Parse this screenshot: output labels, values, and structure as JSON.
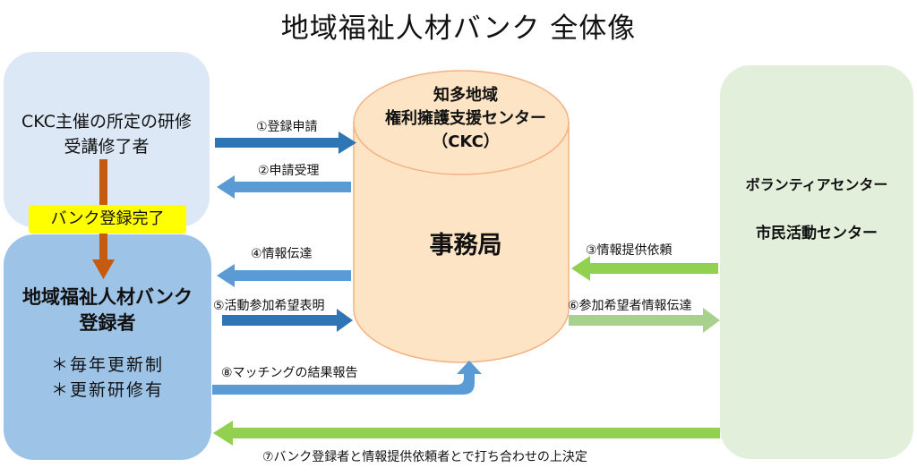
{
  "title": "地域福祉人材バンク 全体像",
  "nodes": {
    "trainees": {
      "lines": [
        "CKC主催の所定の研修",
        "受講修了者"
      ]
    },
    "badge": "バンク登録完了",
    "registrants": {
      "title_lines": [
        "地域福祉人材バンク",
        "登録者"
      ],
      "notes": [
        "＊毎年更新制",
        "＊更新研修有"
      ]
    },
    "ckc": {
      "title_lines": [
        "知多地域",
        "権利擁護支援センター",
        "（CKC）"
      ],
      "office": "事務局"
    },
    "volunteer": {
      "lines": [
        "ボランティアセンター",
        "市民活動センター"
      ]
    }
  },
  "flows": [
    {
      "step": 1,
      "label": "①登録申請",
      "from": "trainees",
      "to": "ckc"
    },
    {
      "step": 2,
      "label": "②申請受理",
      "from": "ckc",
      "to": "trainees"
    },
    {
      "step": 3,
      "label": "③情報提供依頼",
      "from": "volunteer",
      "to": "ckc"
    },
    {
      "step": 4,
      "label": "④情報伝達",
      "from": "ckc",
      "to": "registrants"
    },
    {
      "step": 5,
      "label": "⑤活動参加希望表明",
      "from": "registrants",
      "to": "ckc"
    },
    {
      "step": 6,
      "label": "⑥参加希望者情報伝達",
      "from": "ckc",
      "to": "volunteer"
    },
    {
      "step": 7,
      "label": "⑦バンク登録者と情報提供依頼者とで打ち合わせの上決定",
      "from": "volunteer",
      "to": "registrants"
    },
    {
      "step": 8,
      "label": "⑧マッチングの結果報告",
      "from": "registrants",
      "to": "ckc"
    }
  ],
  "colors": {
    "blue_dark": "#2e75b6",
    "blue_mid": "#5b9bd5",
    "green_bright": "#92d050",
    "green_soft": "#a9d18e",
    "orange": "#c55a11",
    "cylinder_fill": "#fde4c4",
    "cylinder_stroke": "#f4b183"
  }
}
